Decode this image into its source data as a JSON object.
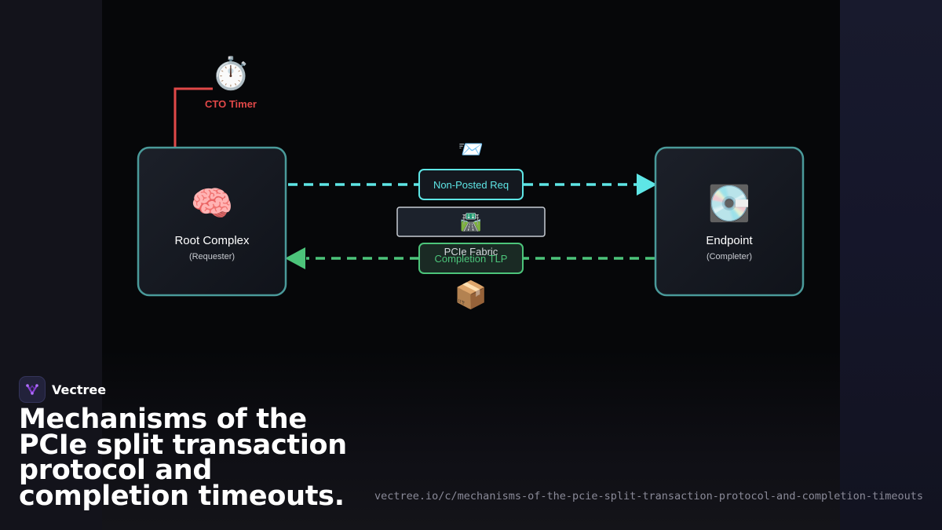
{
  "diagram": {
    "timer": {
      "icon": "stopwatch-icon",
      "glyph": "⏱️",
      "label": "CTO Timer",
      "color": "#e04848"
    },
    "requester": {
      "icon": "brain-icon",
      "glyph": "🧠",
      "label": "Root Complex",
      "sublabel": "(Requester)"
    },
    "completer": {
      "icon": "disk-icon",
      "glyph": "💽",
      "label": "Endpoint",
      "sublabel": "(Completer)"
    },
    "request": {
      "icon": "envelope-icon",
      "glyph": "📨",
      "label": "Non-Posted Req",
      "color": "#5ee6e6"
    },
    "fabric": {
      "icon": "road-icon",
      "glyph": "🛣️",
      "label": "PCIe Fabric"
    },
    "completion": {
      "icon": "package-icon",
      "glyph": "📦",
      "label": "Completion TLP",
      "color": "#4cc47a"
    }
  },
  "colors": {
    "node_border": "#4a9a9a",
    "node_fill": "#161a22",
    "accent": "#8b3fd6"
  },
  "brand": {
    "name": "Vectree",
    "icon": "vectree-logo-icon"
  },
  "title": "Mechanisms of the PCIe split transaction protocol and completion timeouts.",
  "url": "vectree.io/c/mechanisms-of-the-pcie-split-transaction-protocol-and-completion-timeouts"
}
